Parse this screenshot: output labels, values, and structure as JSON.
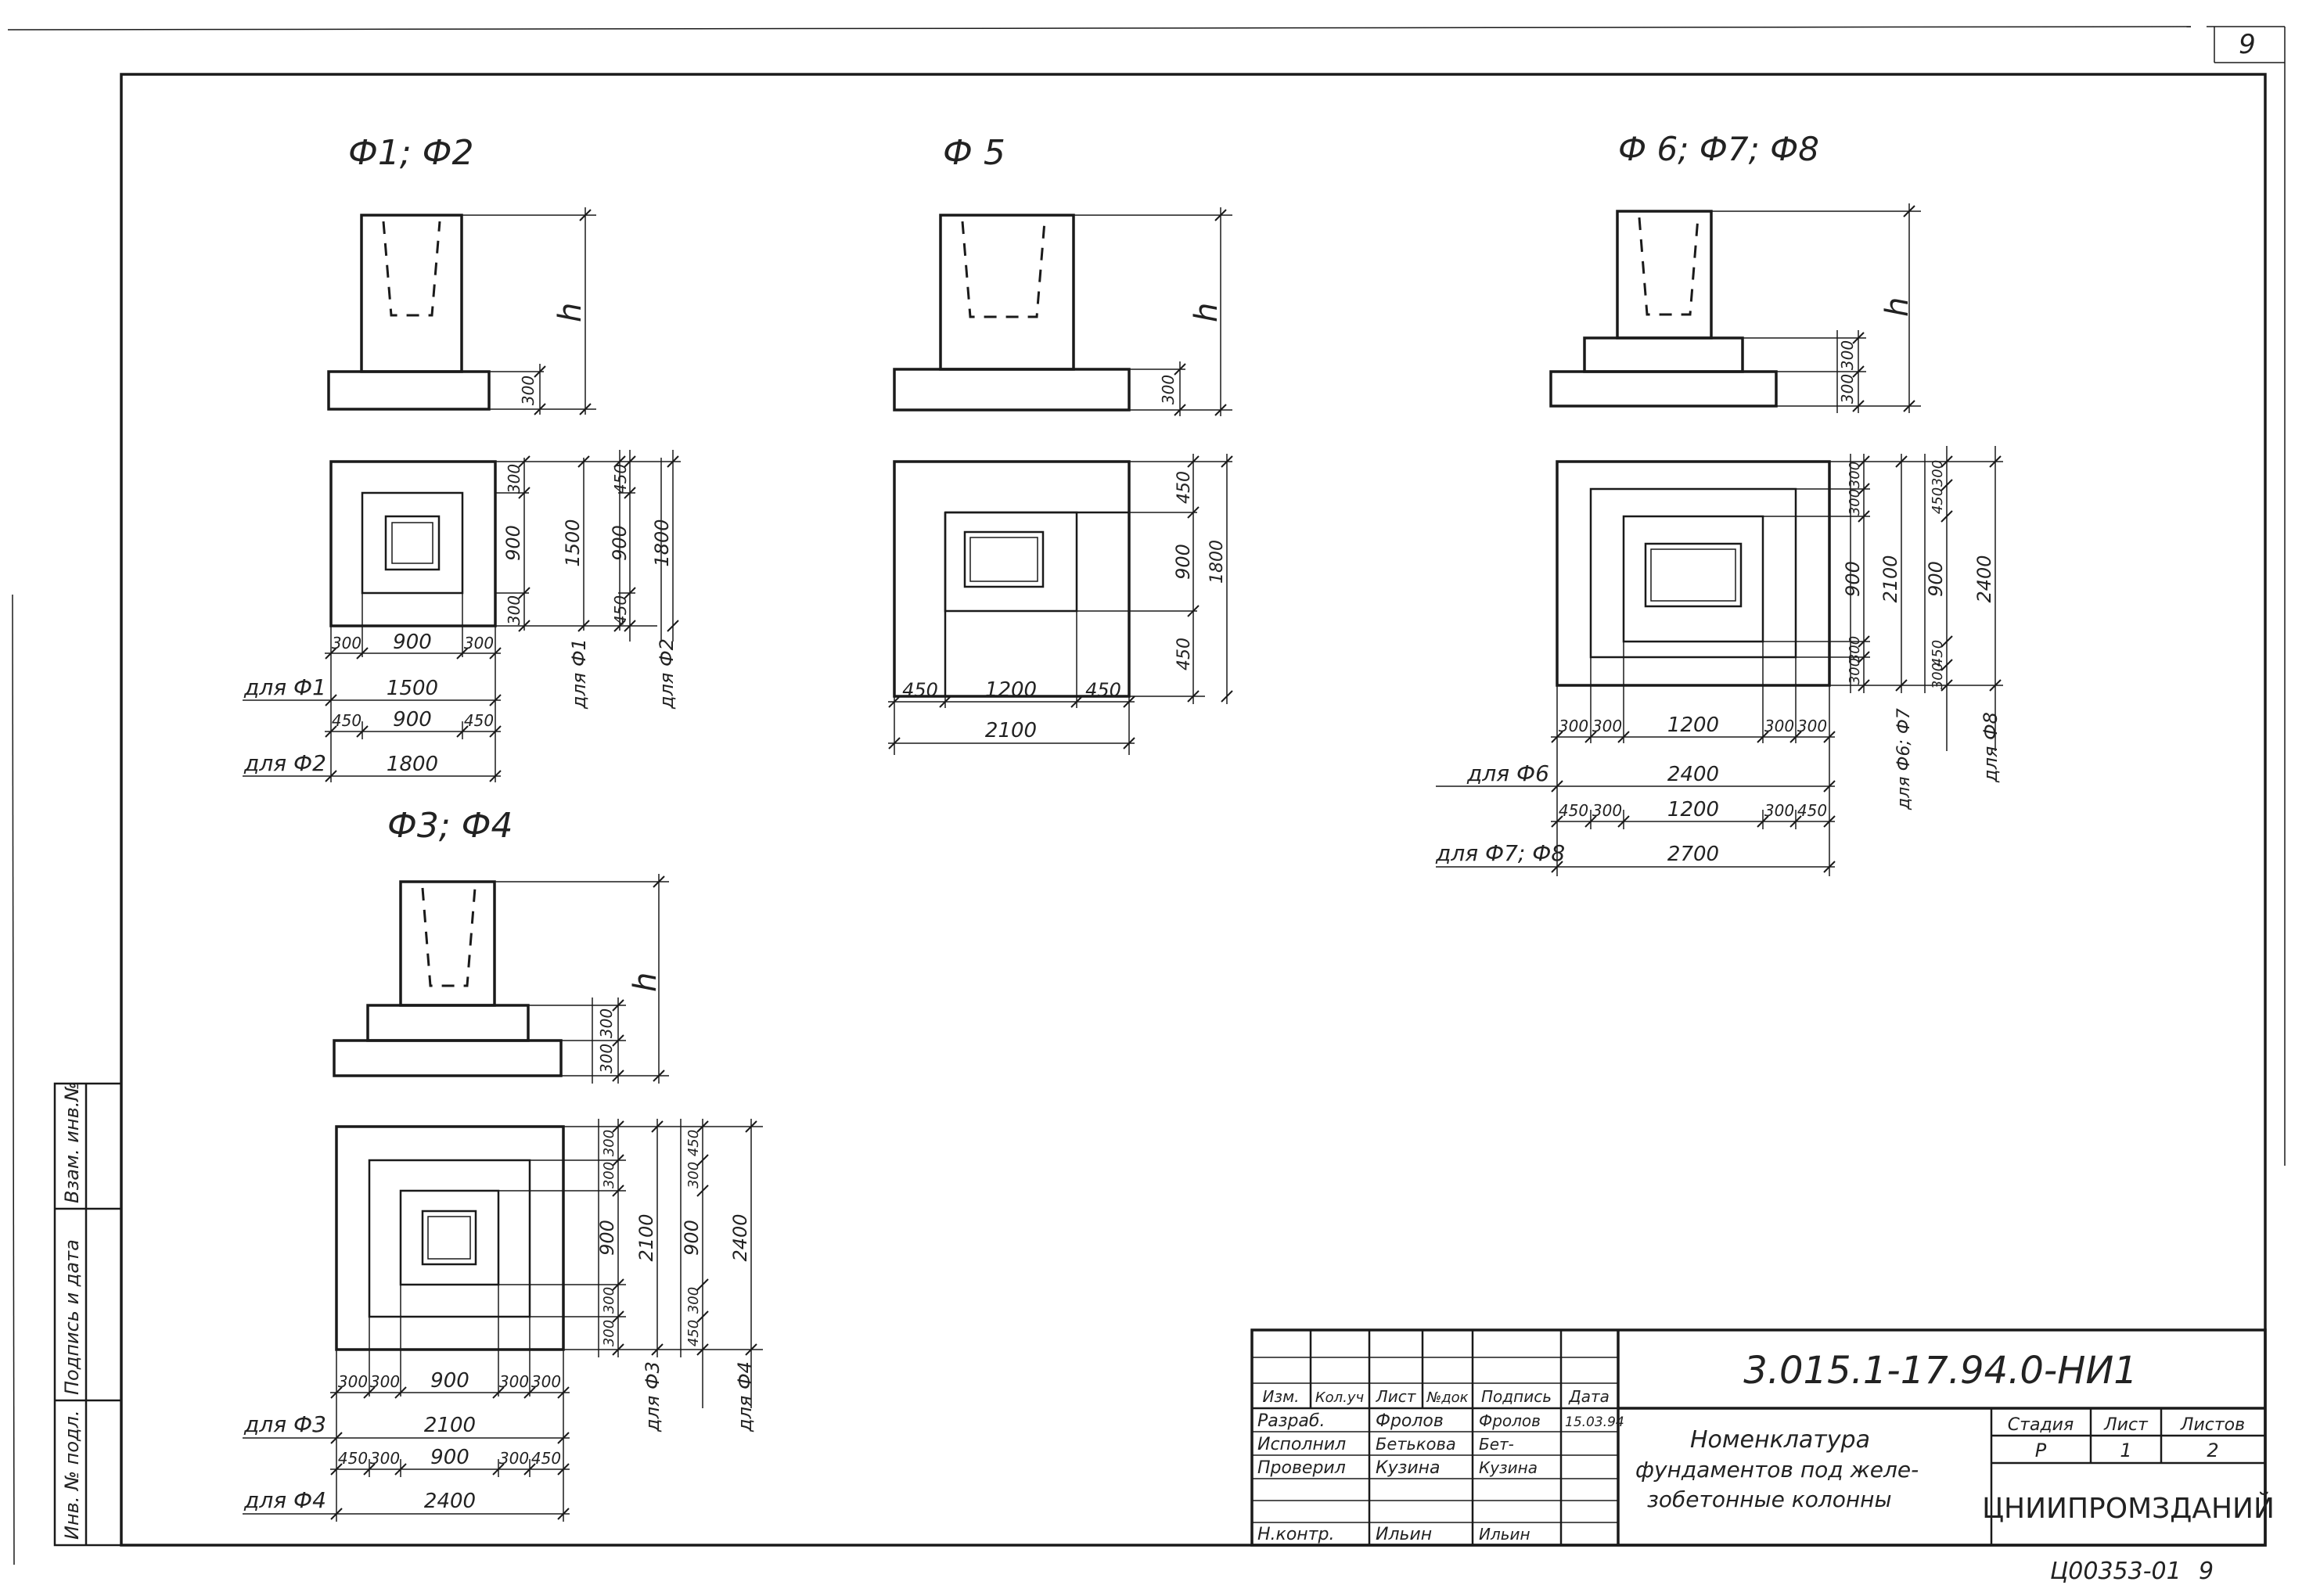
{
  "sheet": {
    "page_number": "9",
    "bottom_code": "Ц00353-01",
    "bottom_page": "9"
  },
  "side_stamp": {
    "inv_podl": "Инв. № подл.",
    "podpis_data": "Подпись и дата",
    "vzam_inv": "Взам. инв.№"
  },
  "groups": {
    "f12": {
      "title": "Ф1; Ф2",
      "h": "h",
      "base_h": "300",
      "v_left": [
        "300",
        "900",
        "300"
      ],
      "v_mid": [
        "1500"
      ],
      "v_right": [
        "450",
        "900",
        "450"
      ],
      "v_out": [
        "1800"
      ],
      "cap_f1": "для Ф1",
      "cap_f2": "для Ф2",
      "row1": [
        "300",
        "900",
        "300"
      ],
      "row1_total": "1500",
      "row1_label": "для Ф1",
      "row2": [
        "450",
        "900",
        "450"
      ],
      "row2_total": "1800",
      "row2_label": "для Ф2"
    },
    "f5": {
      "title": "Ф 5",
      "h": "h",
      "base_h": "300",
      "v_right": [
        "450",
        "900",
        "450"
      ],
      "v_out": [
        "1800"
      ],
      "row1": [
        "450",
        "1200",
        "450"
      ],
      "row1_total": "2100"
    },
    "f678": {
      "title": "Ф 6; Ф7; Ф8",
      "h": "h",
      "base_h": [
        "300",
        "300"
      ],
      "v_left": [
        "300",
        "300",
        "900",
        "300",
        "300"
      ],
      "v_mid": [
        "2100"
      ],
      "v_right": [
        "300",
        "450",
        "900",
        "450",
        "300"
      ],
      "v_out": [
        "2400"
      ],
      "cap_f67": "для Ф6; Ф7",
      "cap_f8": "для Ф8",
      "row1": [
        "300",
        "300",
        "1200",
        "300",
        "300"
      ],
      "row1_total": "2400",
      "row1_label": "для Ф6",
      "row2": [
        "450",
        "300",
        "1200",
        "300",
        "450"
      ],
      "row2_total": "2700",
      "row2_label": "для Ф7; Ф8"
    },
    "f34": {
      "title": "Ф3; Ф4",
      "h": "h",
      "base_h": [
        "300",
        "300"
      ],
      "v_left": [
        "300",
        "300",
        "900",
        "300",
        "300"
      ],
      "v_mid": [
        "2100"
      ],
      "v_right": [
        "450",
        "300",
        "900",
        "300",
        "450"
      ],
      "v_out": [
        "2400"
      ],
      "cap_f3": "для Ф3",
      "cap_f4": "для Ф4",
      "row1": [
        "300",
        "300",
        "900",
        "300",
        "300"
      ],
      "row1_total": "2100",
      "row1_label": "для Ф3",
      "row2": [
        "450",
        "300",
        "900",
        "300",
        "450"
      ],
      "row2_total": "2400",
      "row2_label": "для Ф4"
    }
  },
  "title_block": {
    "doc_code": "3.015.1-17.94.0-НИ1",
    "col_headers": [
      "Изм.",
      "Кол.уч",
      "Лист",
      "№док",
      "Подпись",
      "Дата"
    ],
    "roles": [
      {
        "role": "Разраб.",
        "name": "Фролов",
        "sign": "Фролов",
        "date": "15.03.94"
      },
      {
        "role": "Исполнил",
        "name": "Бетькова",
        "sign": "Бет-",
        "date": ""
      },
      {
        "role": "Проверил",
        "name": "Кузина",
        "sign": "Кузина",
        "date": ""
      },
      {
        "role": "",
        "name": "",
        "sign": "",
        "date": ""
      },
      {
        "role": "Н.контр.",
        "name": "Ильин",
        "sign": "Ильин",
        "date": ""
      }
    ],
    "title_lines": [
      "Номенклатура",
      "фундаментов под желе-",
      "зобетонные колонны"
    ],
    "stage_label": "Стадия",
    "sheet_label": "Лист",
    "sheets_label": "Листов",
    "stage": "Р",
    "sheet": "1",
    "sheets": "2",
    "org": "ЦНИИПРОМЗДАНИЙ"
  }
}
